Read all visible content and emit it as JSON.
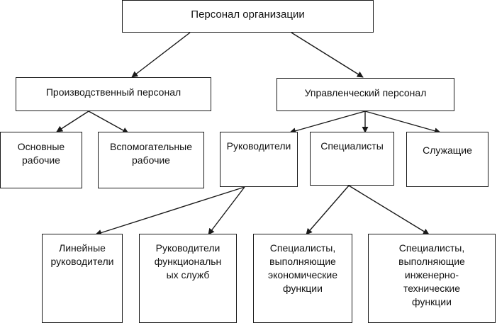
{
  "diagram": {
    "nodes": {
      "root": {
        "label": "Персонал организации"
      },
      "production": {
        "label": "Производственный персонал"
      },
      "management": {
        "label": "Управленческий персонал"
      },
      "main_workers": {
        "lines": [
          "Основные",
          "рабочие"
        ]
      },
      "aux_workers": {
        "lines": [
          "Вспомогательные",
          "рабочие"
        ]
      },
      "managers": {
        "label": "Руководители"
      },
      "specialists": {
        "label": "Специалисты"
      },
      "employees": {
        "label": "Служащие"
      },
      "line_managers": {
        "lines": [
          "Линейные",
          "руководители"
        ]
      },
      "functional_managers": {
        "lines": [
          "Руководители",
          "функциональн",
          "ых служб"
        ]
      },
      "economic_specialists": {
        "lines": [
          "Специалисты,",
          "выполняющие",
          "экономические",
          "функции"
        ]
      },
      "engineering_specialists": {
        "lines": [
          "Специалисты,",
          "выполняющие",
          "инженерно-",
          "технические",
          "функции"
        ]
      }
    },
    "colors": {
      "line": "#1a1a1a",
      "text": "#111111",
      "background": "#ffffff"
    }
  }
}
